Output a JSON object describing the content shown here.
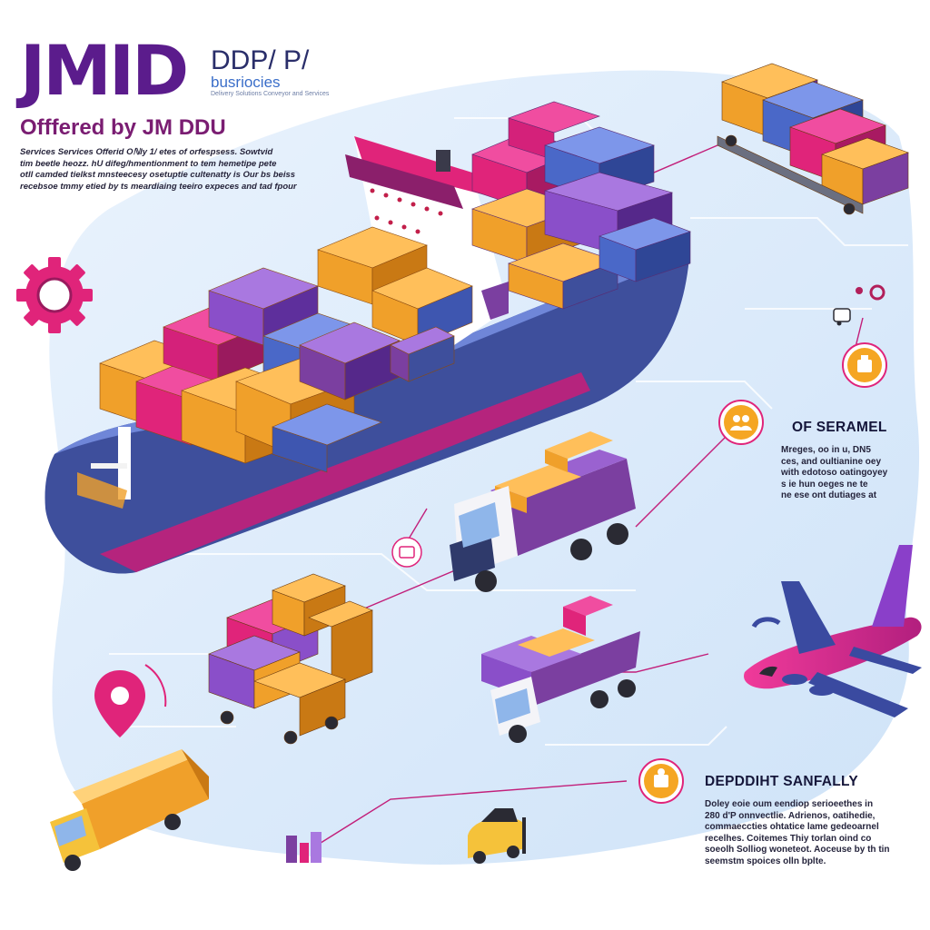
{
  "brand": {
    "logo": "JMID",
    "subtitle_line1": "DDP/ P/",
    "subtitle_line2": "busriocies",
    "tagline": "Delivery Solutions Conveyor and Services"
  },
  "header": {
    "offered_by": "Offfered by JM DDU",
    "intro_lines": [
      "Services Services Offerid Oℕly 1/ etes of orfespsess. Sowtvid",
      "tim beetle heozz. hU difeg/hmentionment to tem hemetipe pete",
      "otll camded tielkst mnsteecesy osetuptie cultenatty is Our bs beiss",
      "recebsoe tmmy etied by ts meardiaing teeiro expeces and tad fpour"
    ]
  },
  "sections": [
    {
      "title": "OF SERAMEL",
      "lines": [
        "Mreges, oo in u, DN5",
        "ces, and oultianine oey",
        "with edotoso oatingoyey",
        "s ie hun oeges ne te",
        "ne ese ont dutiages at"
      ]
    },
    {
      "title": "DEPDDIHT SANFALLY",
      "lines": [
        "Doley eoie oum eendiop serioeethes in",
        "280 d'P onnvectlie. Adrienos, oatihedie,",
        "commaeccties ohtatice lame gedeoarnel",
        "recelhes. Coitemes Thiy torlan oind co",
        "soeolh Solliog woneteot. Aoceuse by th tin",
        "seemstm spoices olln bplte."
      ]
    }
  ],
  "icons": [
    "gear-icon",
    "route-pin-icon",
    "customs-badge-icon",
    "customers-icon",
    "package-badge-icon",
    "location-pin-icon",
    "delivery-badge-icon",
    "cargo-ship-icon",
    "delivery-truck-icon",
    "airplane-icon",
    "forklift-icon"
  ],
  "colors": {
    "brand_purple": "#5b1c8c",
    "magenta": "#e0247a",
    "orange": "#f0a02a",
    "container_blue": "#4a68c8",
    "hull_navy": "#3e4f9c",
    "sea_blue": "#dcebfa"
  }
}
